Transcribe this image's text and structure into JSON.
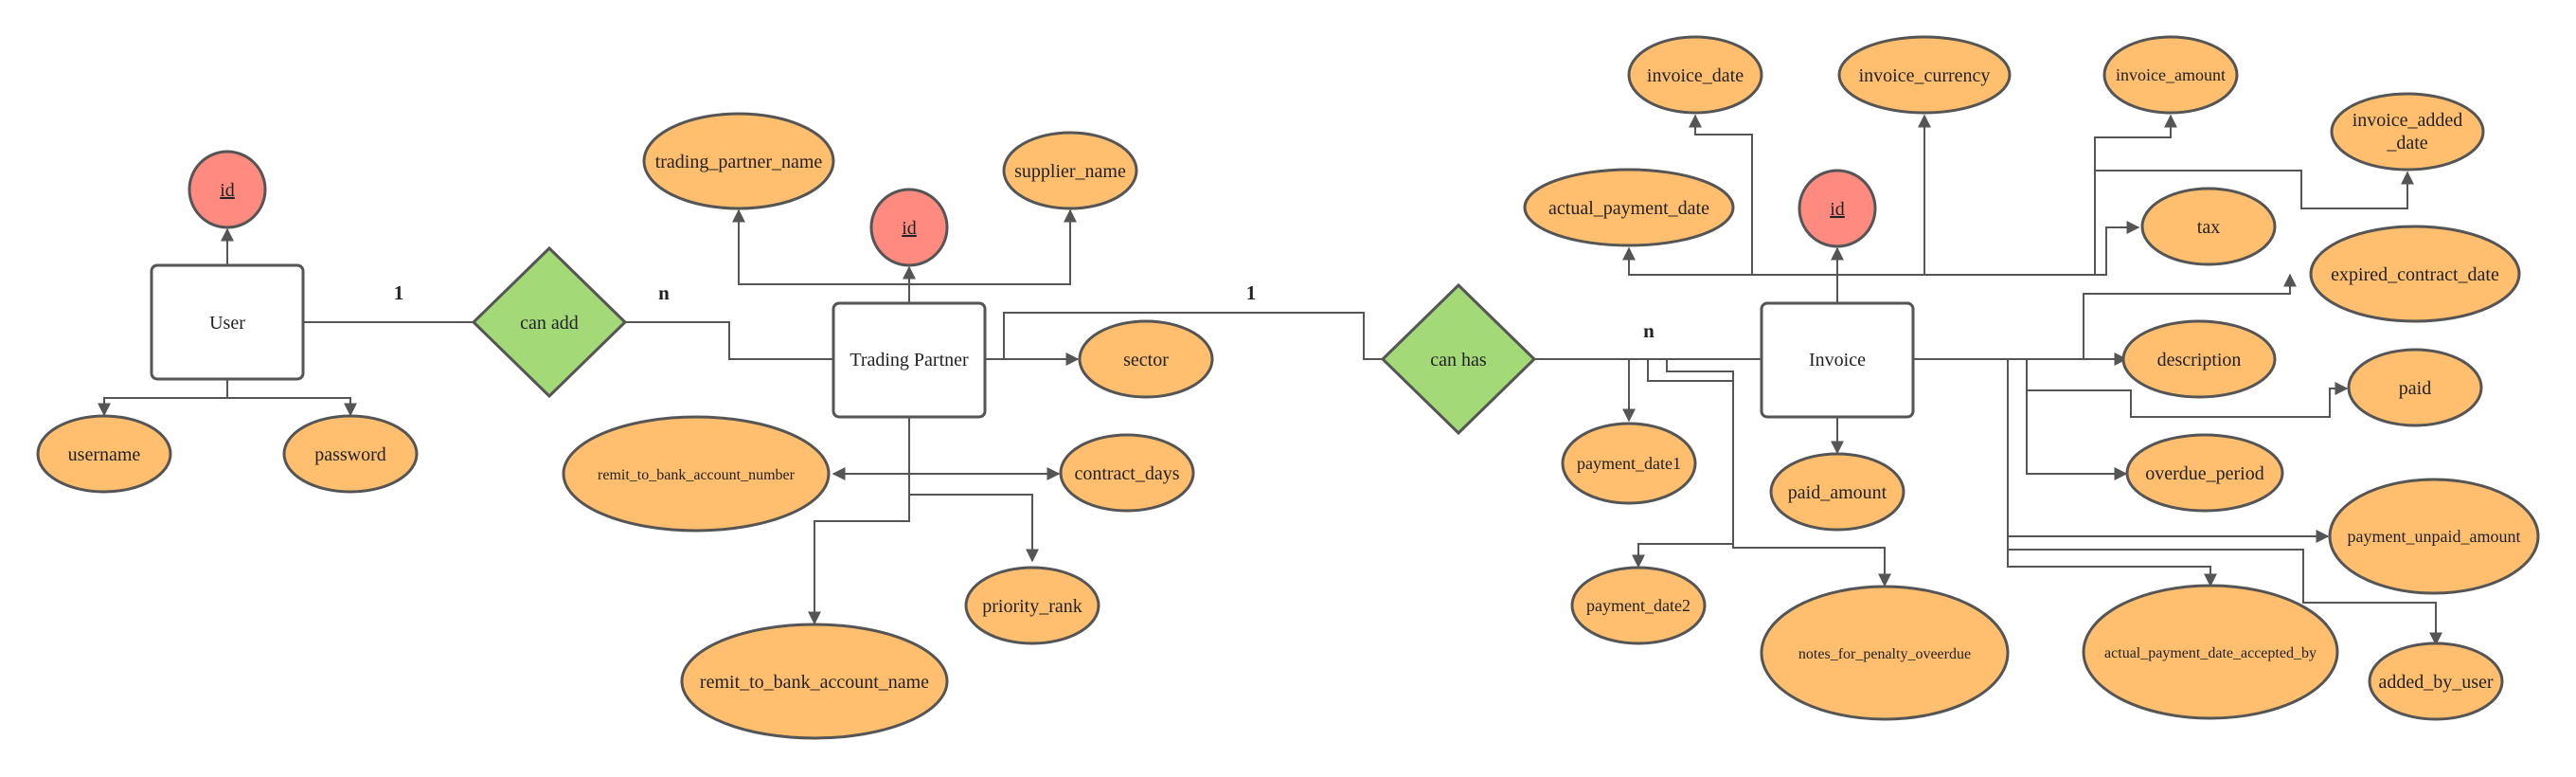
{
  "colors": {
    "entity_fill": "#ffffff",
    "attribute_fill": "#FFBF6E",
    "key_attribute_fill": "#FF8A80",
    "relationship_fill": "#A3D977",
    "stroke": "#555555"
  },
  "entities": {
    "user": "User",
    "trading_partner": "Trading Partner",
    "invoice": "Invoice"
  },
  "relationships": {
    "can_add": "can add",
    "can_has": "can has"
  },
  "cardinalities": {
    "user_can_add": "1",
    "can_add_partner": "n",
    "partner_can_has": "1",
    "can_has_invoice": "n"
  },
  "attributes": {
    "user": {
      "id": "id",
      "username": "username",
      "password": "password"
    },
    "trading_partner": {
      "id": "id",
      "trading_partner_name": "trading_partner_name",
      "supplier_name": "supplier_name",
      "sector": "sector",
      "remit_to_bank_account_number": "remit_to_bank_account_number",
      "contract_days": "contract_days",
      "priority_rank": "priority_rank",
      "remit_to_bank_account_name": "remit_to_bank_account_name"
    },
    "invoice": {
      "id": "id",
      "invoice_date": "invoice_date",
      "invoice_currency": "invoice_currency",
      "invoice_amount": "invoice_amount",
      "invoice_added_date_line1": "invoice_added",
      "invoice_added_date_line2": "_date",
      "actual_payment_date": "actual_payment_date",
      "tax": "tax",
      "expired_contract_date": "expired_contract_date",
      "description": "description",
      "paid": "paid",
      "overdue_period": "overdue_period",
      "payment_unpaid_amount": "payment_unpaid_amount",
      "actual_payment_date_accepted_by": "actual_payment_date_accepted_by",
      "added_by_user": "added_by_user",
      "payment_date1": "payment_date1",
      "paid_amount": "paid_amount",
      "payment_date2": "payment_date2",
      "notes_for_penalty_overdue": "notes_for_penalty_oveerdue"
    }
  }
}
